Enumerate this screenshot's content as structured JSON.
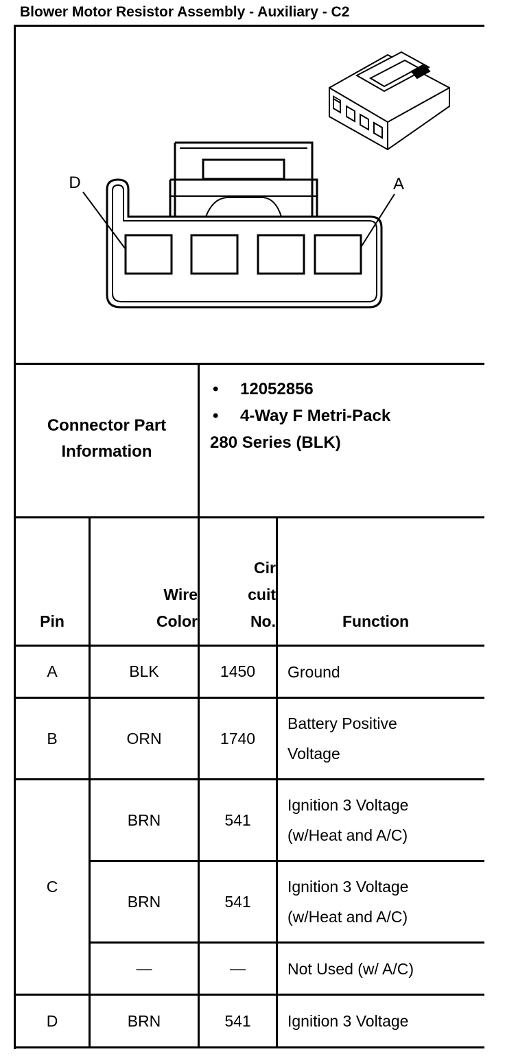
{
  "title": "Blower Motor Resistor Assembly - Auxiliary - C2",
  "diagram": {
    "label_left": "D",
    "label_right": "A"
  },
  "connector_part": {
    "label_line1": "Connector Part",
    "label_line2": "Information",
    "bullet": "•",
    "part_number": "12052856",
    "description_line1": "4-Way F Metri-Pack",
    "description_line2": "280 Series (BLK)"
  },
  "table": {
    "headers": {
      "pin": "Pin",
      "wire_color_line1": "Wire",
      "wire_color_line2": "Color",
      "circuit_line1": "Cir",
      "circuit_line2": "cuit",
      "circuit_line3": "No.",
      "function": "Function"
    },
    "rows": [
      {
        "pin": "A",
        "wire_color": "BLK",
        "circuit": "1450",
        "function_line1": "Ground",
        "function_line2": ""
      },
      {
        "pin": "B",
        "wire_color": "ORN",
        "circuit": "1740",
        "function_line1": "Battery Positive",
        "function_line2": "Voltage"
      },
      {
        "pin": "C",
        "wire_color": "BRN",
        "circuit": "541",
        "function_line1": "Ignition 3 Voltage",
        "function_line2": "(w/Heat and A/C)"
      },
      {
        "pin": "",
        "wire_color": "BRN",
        "circuit": "541",
        "function_line1": "Ignition 3 Voltage",
        "function_line2": "(w/Heat and A/C)"
      },
      {
        "pin": "",
        "wire_color": "—",
        "circuit": "—",
        "function_line1": "Not Used (w/ A/C)",
        "function_line2": ""
      },
      {
        "pin": "D",
        "wire_color": "BRN",
        "circuit": "541",
        "function_line1": "Ignition 3 Voltage",
        "function_line2": ""
      }
    ]
  }
}
